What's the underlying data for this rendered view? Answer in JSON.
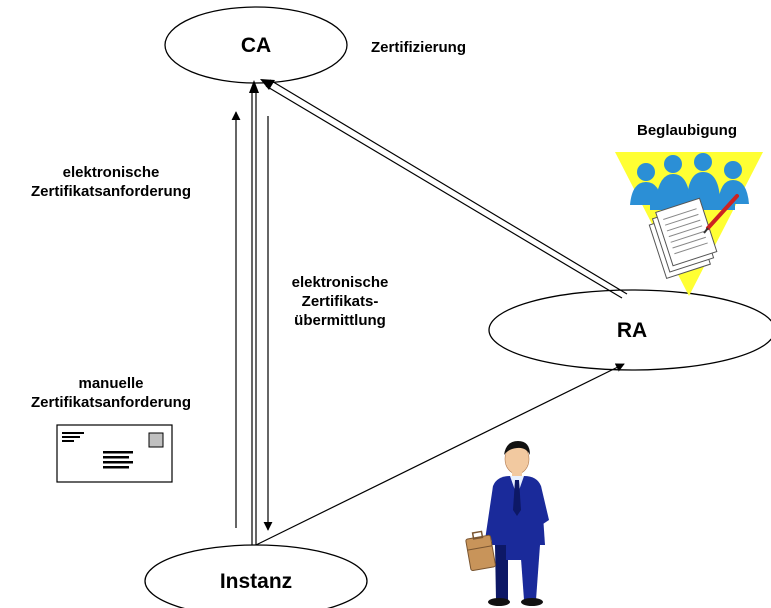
{
  "nodes": {
    "ca": "CA",
    "ra": "RA",
    "instanz": "Instanz"
  },
  "labels": {
    "zertifizierung": "Zertifizierung",
    "beglaubigung": "Beglaubigung",
    "elektronische_anforderung": [
      "elektronische",
      "Zertifikatsanforderung"
    ],
    "elektronische_uebermittlung": [
      "elektronische",
      "Zertifikats-",
      "übermittlung"
    ],
    "manuelle_anforderung": [
      "manuelle",
      "Zertifikatsanforderung"
    ]
  },
  "icons": {
    "letter": "letter-icon",
    "meeting": "meeting-people-documents-icon",
    "businessman": "businessman-with-briefcase-icon"
  },
  "colors": {
    "suit": "#1a2a9a",
    "suit_shadow": "#0d1866",
    "meeting_bg": "#ffff33",
    "meeting_people": "#2b8fd6",
    "briefcase": "#c8945a"
  }
}
